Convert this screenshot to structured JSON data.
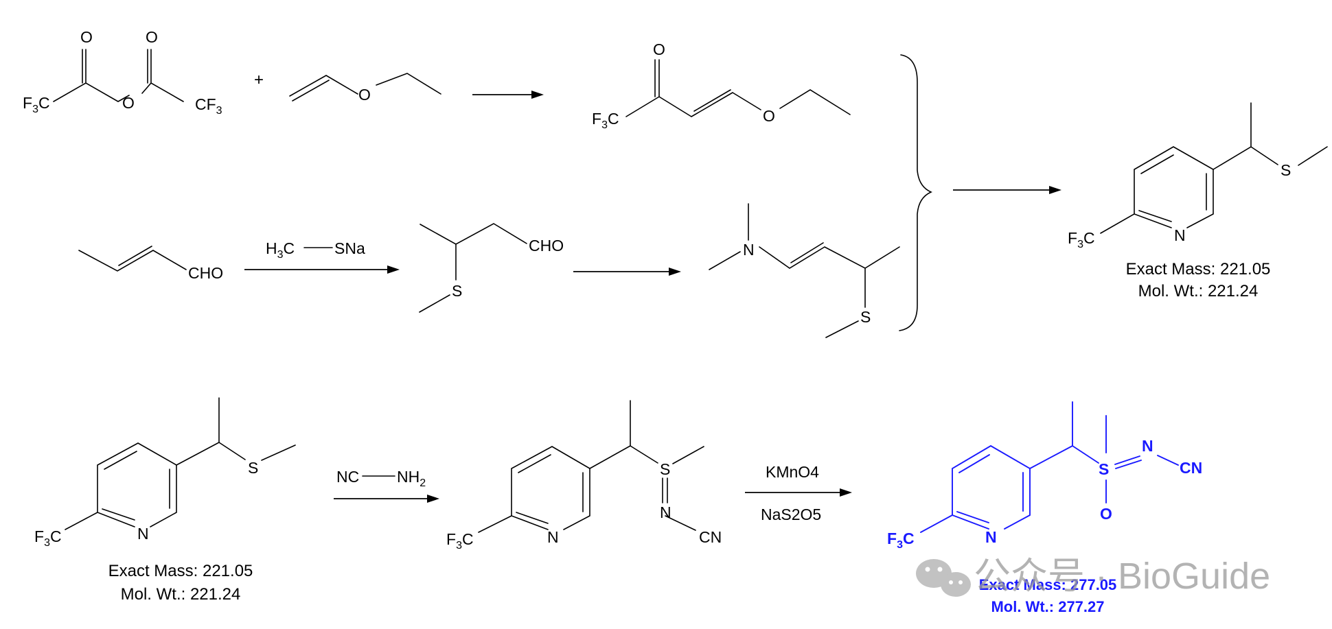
{
  "atoms": {
    "O": "O",
    "N": "N",
    "S": "S",
    "F": "F",
    "C": "C",
    "three": "3",
    "two": "2",
    "CF": "CF",
    "CHO": "CHO",
    "CN": "CN",
    "SNa": "SNa",
    "NH": "NH",
    "H": "H",
    "NC": "NC"
  },
  "plus": "+",
  "reagents": {
    "oxidant": "KMnO4",
    "additive": "NaS2O5"
  },
  "intermediate_1": {
    "mass_label": "Exact Mass: 221.05",
    "mw_label": "Mol. Wt.: 221.24"
  },
  "intermediate_2": {
    "mass_label": "Exact Mass: 221.05",
    "mw_label": "Mol. Wt.: 221.24"
  },
  "product": {
    "mass_label": "Exact Mass: 277.05",
    "mw_label": "Mol. Wt.: 277.27",
    "color": "#1a1aff"
  },
  "watermark": {
    "text": "公众号 · BioGuide",
    "icon": "wechat-icon"
  }
}
